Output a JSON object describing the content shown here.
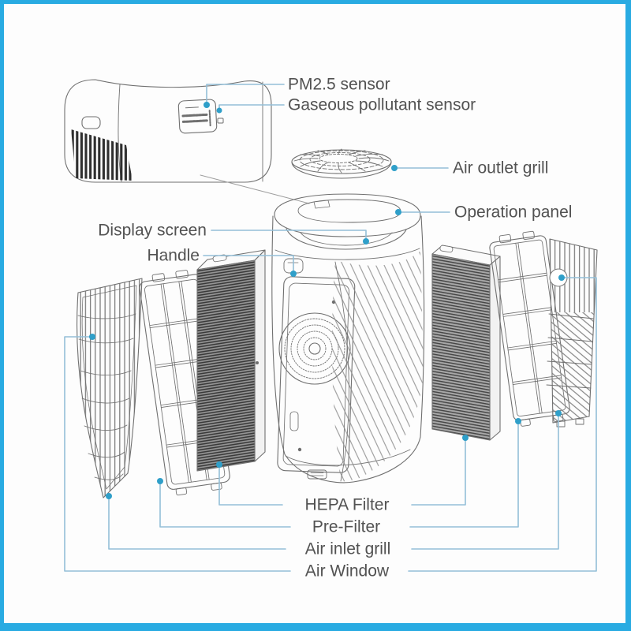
{
  "colors": {
    "frame": "#29abe2",
    "leader_line": "#93bfd8",
    "dot": "#2f9fc9",
    "text": "#525252",
    "sketch": "#707070"
  },
  "labels": {
    "pm25_sensor": "PM2.5 sensor",
    "gaseous_sensor": "Gaseous pollutant sensor",
    "air_outlet_grill": "Air outlet grill",
    "operation_panel": "Operation panel",
    "display_screen": "Display screen",
    "handle": "Handle",
    "hepa_filter": "HEPA Filter",
    "pre_filter": "Pre-Filter",
    "air_inlet_grill": "Air inlet grill",
    "air_window": "Air Window"
  }
}
